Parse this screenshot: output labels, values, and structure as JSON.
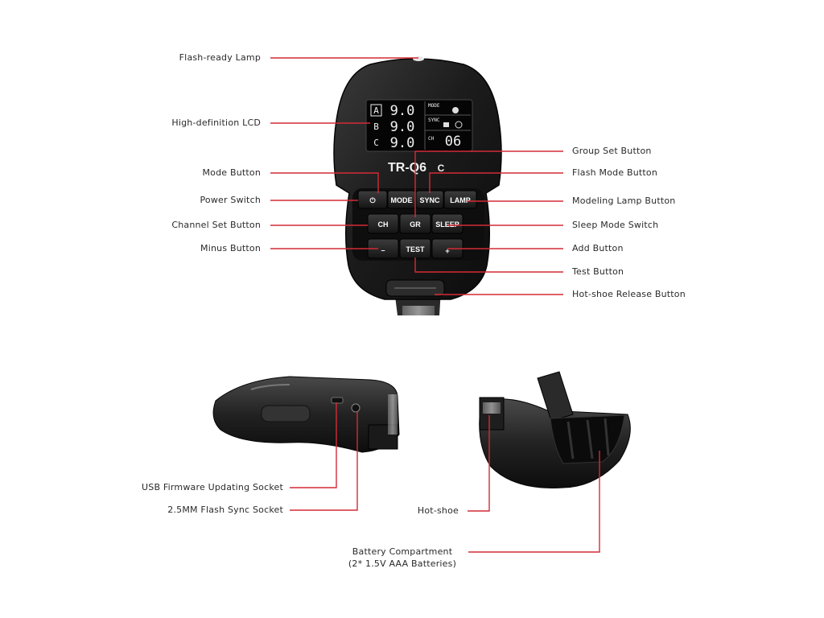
{
  "device": {
    "model": "TR-Q6",
    "model_suffix": "C",
    "lcd": {
      "group_a": "A",
      "group_b": "B",
      "group_c": "C",
      "value_a": "9.0",
      "value_b": "9.0",
      "value_c": "9.0",
      "mode_label": "MODE",
      "sync_label": "SYNC",
      "ch_label": "CH",
      "channel": "06"
    },
    "buttons": {
      "power": "⏻",
      "mode": "MODE",
      "sync": "SYNC",
      "lamp": "LAMP",
      "ch": "CH",
      "gr": "GR",
      "sleep": "SLEEP",
      "minus": "–",
      "test": "TEST",
      "plus": "+"
    }
  },
  "labels": {
    "flash_ready_lamp": "Flash-ready Lamp",
    "hd_lcd": "High-definition LCD",
    "mode_button": "Mode Button",
    "power_switch": "Power Switch",
    "channel_set_button": "Channel Set Button",
    "minus_button": "Minus Button",
    "group_set_button": "Group Set Button",
    "flash_mode_button": "Flash Mode Button",
    "modeling_lamp_button": "Modeling Lamp Button",
    "sleep_mode_switch": "Sleep Mode Switch",
    "add_button": "Add Button",
    "test_button": "Test Button",
    "hotshoe_release_button": "Hot-shoe Release Button",
    "usb_socket": "USB Firmware Updating Socket",
    "sync_socket": "2.5MM Flash Sync Socket",
    "hot_shoe": "Hot-shoe",
    "battery_compartment": "Battery Compartment",
    "battery_note": "(2* 1.5V AAA Batteries)"
  },
  "colors": {
    "leader_line": "#d42b36",
    "device_body": "#1b1b1b",
    "lcd_background": "#0a0a0a"
  }
}
